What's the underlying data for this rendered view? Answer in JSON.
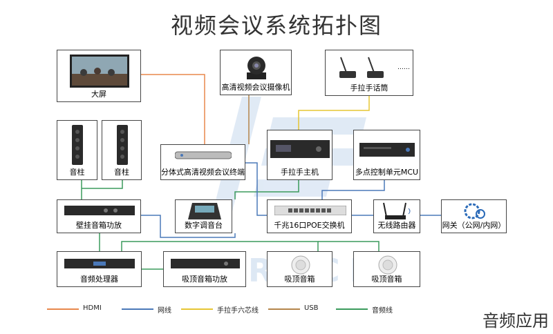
{
  "title": "视频会议系统拓扑图",
  "nodes": {
    "big_screen": "大屏",
    "camera": "高清视频会议摄像机",
    "mics": "手拉手话筒",
    "mics_ellipsis": "……",
    "speaker_left": "音柱",
    "speaker_right": "音柱",
    "terminal": "分体式高清视频会议终端",
    "mic_host": "手拉手主机",
    "mcu": "多点控制单元MCU",
    "wall_amp": "壁挂音箱功放",
    "mixer": "数字调音台",
    "poe_switch": "千兆16口POE交换机",
    "router": "无线路由器",
    "gateway": "网关（公网/内网）",
    "audio_processor": "音频处理器",
    "ceiling_amp": "吸顶音箱功放",
    "ceiling_speaker_1": "吸顶音箱",
    "ceiling_speaker_2": "吸顶音箱"
  },
  "legend": [
    {
      "label": "HDMI",
      "color": "#e8874b"
    },
    {
      "label": "网线",
      "color": "#4a78b8"
    },
    {
      "label": "手拉手六芯线",
      "color": "#e6c532"
    },
    {
      "label": "USB",
      "color": "#b4844a"
    },
    {
      "label": "音频线",
      "color": "#3a9a5c"
    }
  ],
  "watermark": "音频应用"
}
